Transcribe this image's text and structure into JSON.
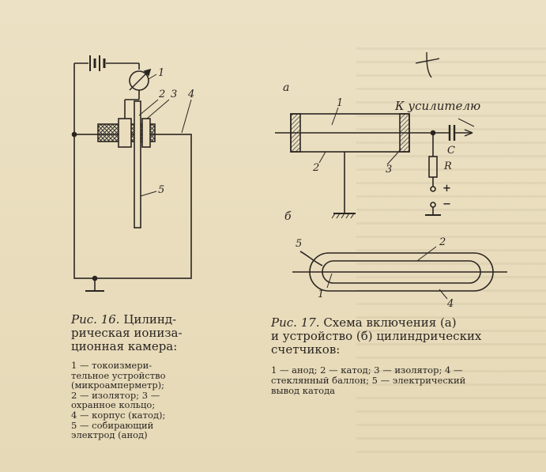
{
  "fig16": {
    "labels": [
      "1",
      "2",
      "3",
      "4",
      "5"
    ],
    "caption_num": "Рис. 16.",
    "caption_line1": "Цилинд-",
    "caption_line2": "рическая иониза-",
    "caption_line3": "ционная камера:",
    "legend": [
      "1 — токоизмери-",
      "тельное устройство",
      "(микроамперметр);",
      "2 — изолятор; 3 —",
      "охранное кольцо;",
      "4 — корпус (катод);",
      "5 — собирающий",
      "электрод (анод)"
    ]
  },
  "fig17": {
    "part_a": "а",
    "part_b": "б",
    "amp_label": "К усилителю",
    "cap_label": "С",
    "res_label": "R",
    "plus": "+",
    "minus": "−",
    "labels_a": [
      "1",
      "2",
      "3"
    ],
    "labels_b": [
      "5",
      "2",
      "1",
      "4"
    ],
    "caption_num": "Рис. 17.",
    "caption_line1": "Схема включения (а)",
    "caption_line2": "и устройство (б) цилиндрических",
    "caption_line3": "счетчиков:",
    "legend": [
      "1 — анод; 2 — катод; 3 — изолятор; 4 —",
      "стеклянный баллон; 5 — электрический",
      "вывод катода"
    ]
  }
}
